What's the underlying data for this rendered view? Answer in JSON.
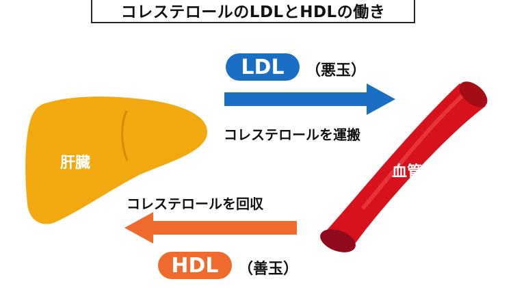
{
  "title": "コレステロールのLDLとHDLの働き",
  "ldl": {
    "label": "LDL",
    "note": "（悪玉）",
    "caption": "コレステロールを運搬",
    "color": "#1a6fc4"
  },
  "hdl": {
    "label": "HDL",
    "note": "（善玉）",
    "caption": "コレステロールを回収",
    "color": "#ee6a2d"
  },
  "liver": {
    "label": "肝臓",
    "color": "#f2a90f"
  },
  "vessel": {
    "label": "血管",
    "color": "#d8121d"
  },
  "icons": [
    "liver-icon",
    "blood-vessel-icon",
    "arrow-right-icon",
    "arrow-left-icon"
  ]
}
